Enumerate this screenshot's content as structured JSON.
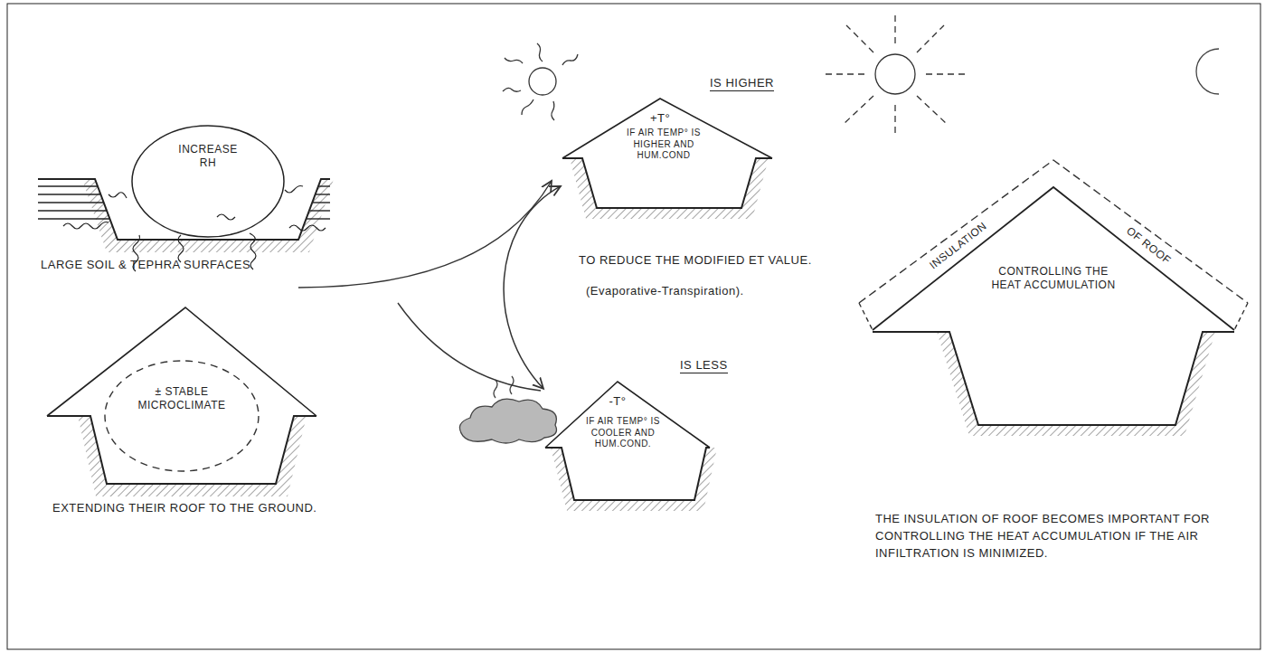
{
  "diagram": {
    "nodes": [
      {
        "text": [
          "INCREASE RH"
        ]
      },
      {
        "text": [
          "± STABLE MICROCLIMATE"
        ]
      },
      {
        "text": [
          "+T°",
          "IF AIR TEMP° IS HIGHER AND HUM.COND"
        ]
      },
      {
        "text": [
          "-T°",
          "IF AIR TEMP° IS COOLER AND HUM.COND."
        ]
      },
      {
        "text": [
          "CONTROLLING THE HEAT ACCUMULATION"
        ]
      }
    ],
    "edges": [
      {
        "from": 2,
        "to": 3,
        "arrow": "both"
      }
    ],
    "labels": [
      "LARGE SOIL & TEPHRA SURFACES",
      "EXTENDING THEIR ROOF TO THE GROUND.",
      "IS HIGHER",
      "IS LESS",
      "TO REDUCE THE MODIFIED ET VALUE.",
      "(Evaporative-Transpiration).",
      "INSULATION",
      "OF ROOF",
      "THE INSULATION OF ROOF BECOMES IMPORTANT FOR CONTROLLING THE HEAT ACCUMULATION IF THE AIR INFILTRATION IS MINIMIZED."
    ]
  }
}
